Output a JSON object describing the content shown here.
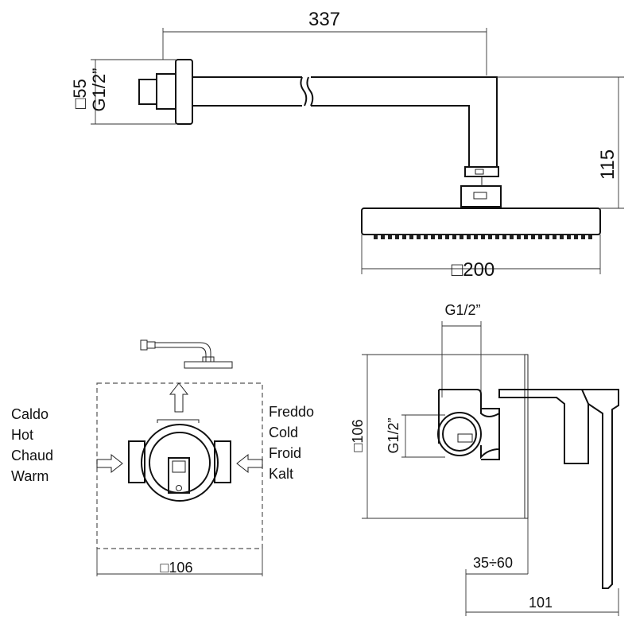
{
  "top_view": {
    "arm_length": "337",
    "flange_square": "□55",
    "thread": "G1/2”",
    "drop_height": "115",
    "head_size": "□200"
  },
  "front_view": {
    "hot_labels": [
      "Caldo",
      "Hot",
      "Chaud",
      "Warm"
    ],
    "cold_labels": [
      "Freddo",
      "Cold",
      "Froid",
      "Kalt"
    ],
    "plate_size": "□106"
  },
  "side_view": {
    "thread_top": "G1/2”",
    "thread_side": "G1/2”",
    "plate_size": "□106",
    "depth_range": "35÷60",
    "total_depth": "101"
  }
}
